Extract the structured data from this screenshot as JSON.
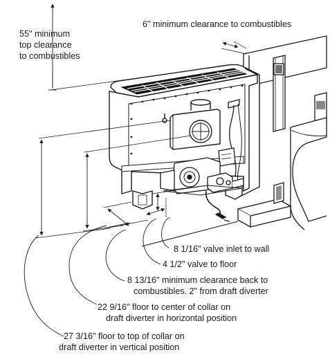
{
  "callouts": {
    "top_clearance": [
      "55\" minimum",
      "top clearance",
      "to combustibles"
    ],
    "side_clearance": "6\" minimum clearance to combustibles",
    "valve_inlet_wall": "8 1/16\" valve inlet to wall",
    "valve_floor": "4 1/2\" valve to floor",
    "back_clearance": [
      "8 13/16\" minimum clearance back to",
      "combustibles. 2\" from draft diverter"
    ],
    "collar_center": [
      "22 9/16\" floor to center of collar on",
      "draft diverter in horizontal position"
    ],
    "collar_top": [
      "27 3/16\" floor to top of collar on",
      "draft diverter in vertical position"
    ]
  },
  "colors": {
    "line": "#1a1a1a",
    "grille": "#111111",
    "fill": "#ffffff",
    "shade": "#d9d9d9"
  }
}
